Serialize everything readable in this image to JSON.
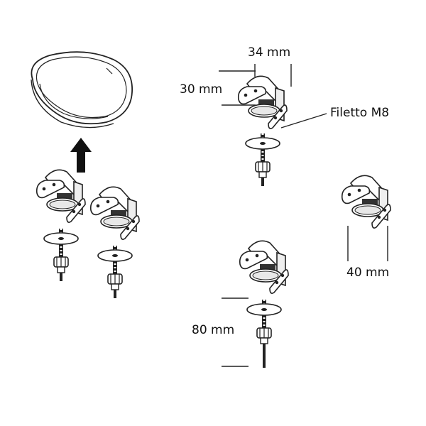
{
  "labels": {
    "width_34": "34 mm",
    "height_30": "30 mm",
    "thread": "Filetto M8",
    "width_40": "40 mm",
    "length_80": "80 mm"
  },
  "colors": {
    "line": "#222222",
    "fill": "#ffffff",
    "shade": "#d9d9d9",
    "dark": "#333333"
  }
}
